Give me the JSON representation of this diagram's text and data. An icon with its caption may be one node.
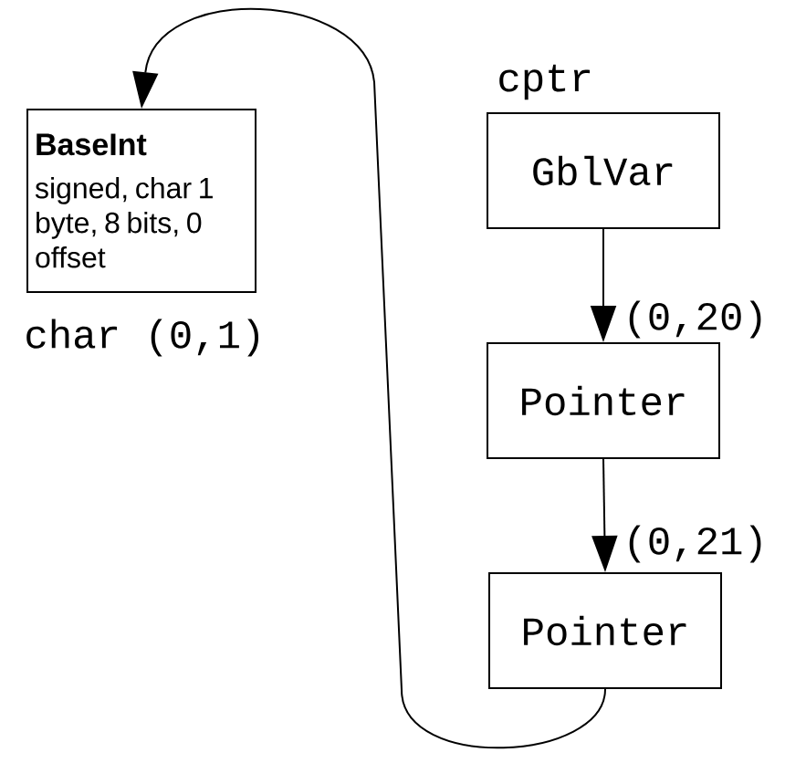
{
  "diagram": {
    "nodes": [
      {
        "text": [
          "BaseInt",
          "signed, char 1 byte, 8 bits, 0 offset"
        ],
        "beside": [
          "char (0,1)"
        ]
      },
      {
        "text": [
          "GblVar"
        ],
        "beside": [
          "cptr"
        ]
      },
      {
        "text": [
          "Pointer"
        ]
      },
      {
        "text": [
          "Pointer"
        ]
      }
    ],
    "edges": [
      {
        "from": 1,
        "to": 2,
        "arrow": "to",
        "label": "(0,20)"
      },
      {
        "from": 2,
        "to": 3,
        "arrow": "to",
        "label": "(0,21)"
      },
      {
        "from": 3,
        "to": 0,
        "arrow": "to"
      }
    ]
  }
}
